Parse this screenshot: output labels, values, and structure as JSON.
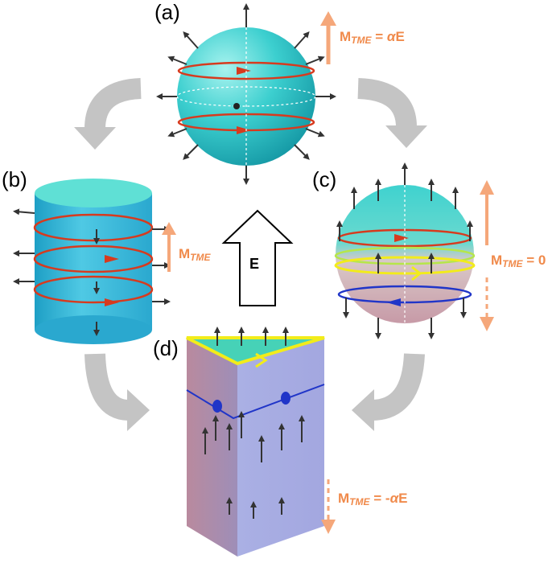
{
  "panels": {
    "a": "(a)",
    "b": "(b)",
    "c": "(c)",
    "d": "(d)"
  },
  "field_label": "E",
  "magnetization": {
    "a": {
      "symbol": "M",
      "sub": "TME",
      "rhs_pre": " = ",
      "rhs_greek": "α",
      "rhs_post": "E"
    },
    "b": {
      "symbol": "M",
      "sub": "TME"
    },
    "c": {
      "symbol": "M",
      "sub": "TME",
      "rhs": " = 0"
    },
    "d": {
      "symbol": "M",
      "sub": "TME",
      "rhs_pre": " = -",
      "rhs_greek": "α",
      "rhs_post": "E"
    }
  },
  "colors": {
    "teal": "#36cfd0",
    "pink": "#d6b0b8",
    "red_loop": "#d73a1e",
    "yellow_loop": "#f2ec1a",
    "green_loop": "#b6e64a",
    "blue_loop": "#2035c8",
    "orange_arrow": "#f5a77a",
    "gray_arrow": "#c4c4c4"
  }
}
